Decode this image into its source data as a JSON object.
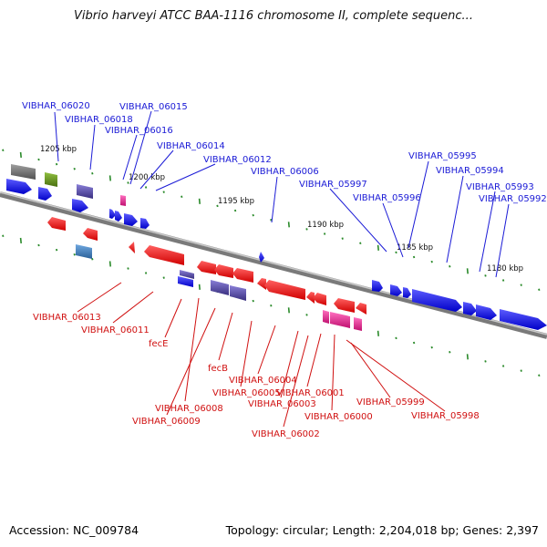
{
  "title": "Vibrio harveyi ATCC BAA-1116 chromosome II, complete sequenc...",
  "footer": {
    "accession": "Accession: NC_009784",
    "info": "Topology: circular; Length: 2,204,018 bp; Genes: 2,397"
  },
  "scale": [
    "1205 kbp",
    "1200 kbp",
    "1195 kbp",
    "1190 kbp",
    "1185 kbp",
    "1180 kbp"
  ],
  "genes_top": [
    "VIBHAR_06020",
    "VIBHAR_06018",
    "VIBHAR_06015",
    "VIBHAR_06016",
    "VIBHAR_06014",
    "VIBHAR_06012",
    "VIBHAR_06006",
    "VIBHAR_05997",
    "VIBHAR_05996",
    "VIBHAR_05995",
    "VIBHAR_05994",
    "VIBHAR_05993",
    "VIBHAR_05992"
  ],
  "genes_bottom": [
    "VIBHAR_06013",
    "VIBHAR_06011",
    "fecE",
    "fecB",
    "VIBHAR_06004",
    "VIBHAR_06005",
    "VIBHAR_06001",
    "VIBHAR_06003",
    "VIBHAR_06008",
    "VIBHAR_06009",
    "VIBHAR_06000",
    "VIBHAR_06002",
    "VIBHAR_05999",
    "VIBHAR_05998"
  ],
  "colors": {
    "forward": "#1010e0",
    "reverse": "#ee1010",
    "pink": "#e0208a",
    "purple": "#5a4ea8",
    "gray": "#6e6e6e",
    "green": "#6a9a20",
    "teal": "#3d80b8",
    "tick_green": "#2a8a2a"
  }
}
